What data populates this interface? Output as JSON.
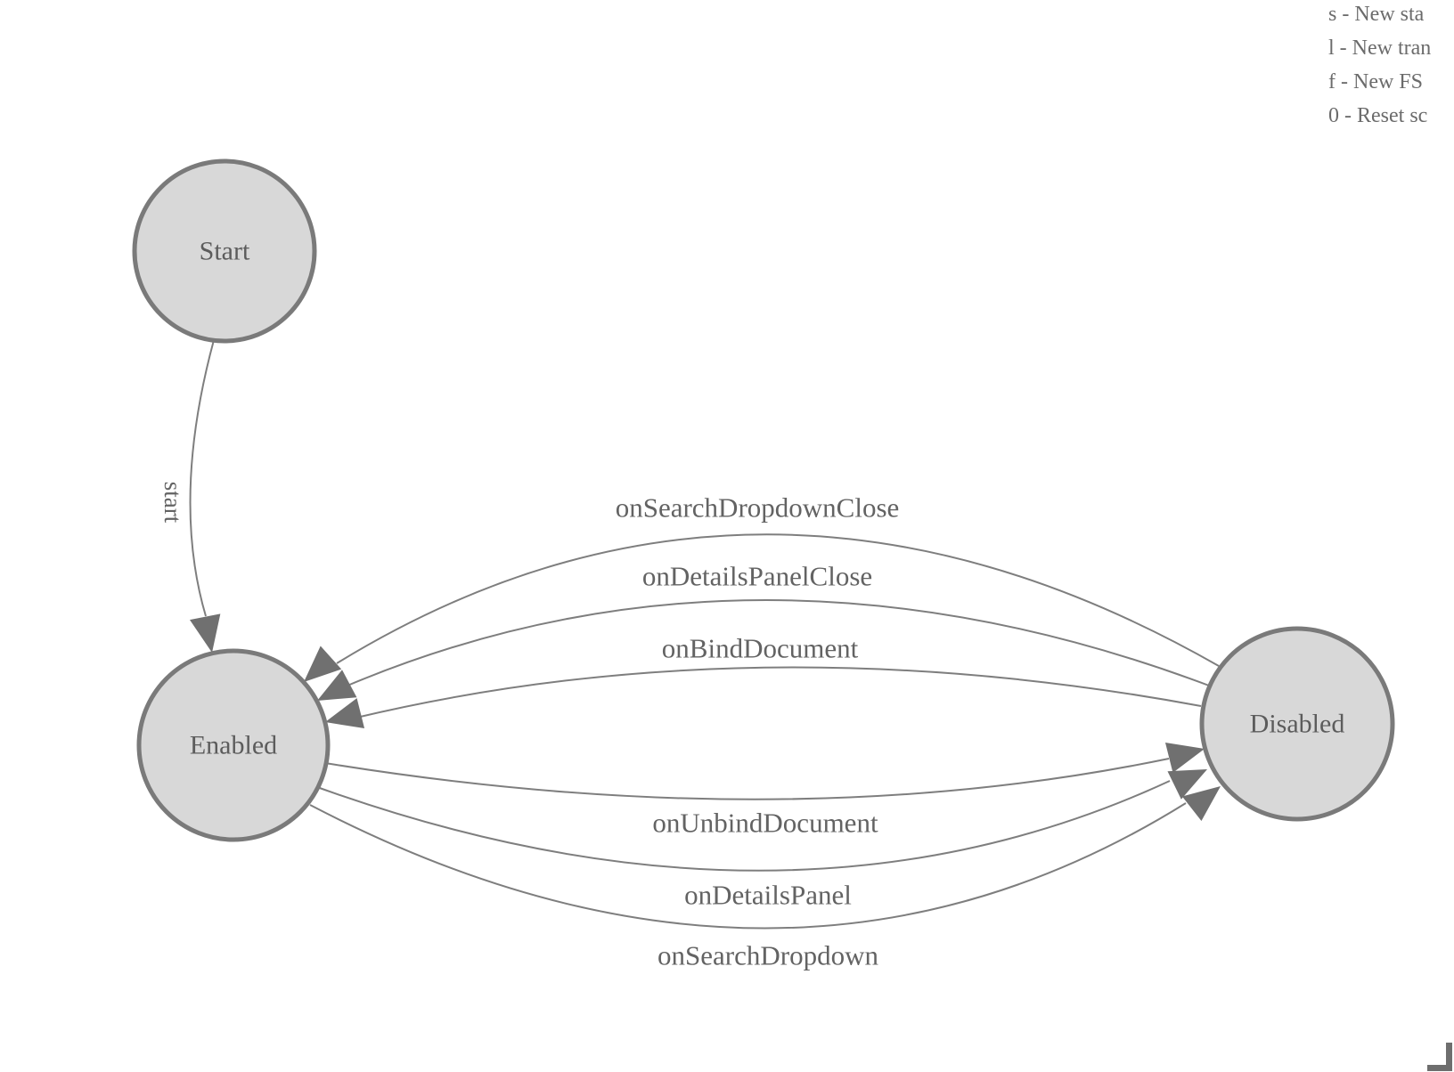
{
  "diagram": {
    "type": "state-machine",
    "states": [
      {
        "id": "start",
        "label": "Start"
      },
      {
        "id": "enabled",
        "label": "Enabled"
      },
      {
        "id": "disabled",
        "label": "Disabled"
      }
    ],
    "transitions": [
      {
        "from": "Start",
        "to": "Enabled",
        "label": "start"
      },
      {
        "from": "Disabled",
        "to": "Enabled",
        "label": "onSearchDropdownClose"
      },
      {
        "from": "Disabled",
        "to": "Enabled",
        "label": "onDetailsPanelClose"
      },
      {
        "from": "Disabled",
        "to": "Enabled",
        "label": "onBindDocument"
      },
      {
        "from": "Enabled",
        "to": "Disabled",
        "label": "onUnbindDocument"
      },
      {
        "from": "Enabled",
        "to": "Disabled",
        "label": "onDetailsPanel"
      },
      {
        "from": "Enabled",
        "to": "Disabled",
        "label": "onSearchDropdown"
      }
    ]
  },
  "legend": {
    "lines": [
      "s - New sta",
      "l - New tran",
      "f - New FS",
      "0 - Reset sc"
    ]
  },
  "colors": {
    "node_fill": "#d8d8d8",
    "node_stroke": "#7a7a7a",
    "edge_stroke": "#7e7e7e",
    "arrow_fill": "#707070",
    "node_text": "#5c5c5c",
    "label_text": "#636363",
    "legend_text": "#6b6b6b"
  }
}
